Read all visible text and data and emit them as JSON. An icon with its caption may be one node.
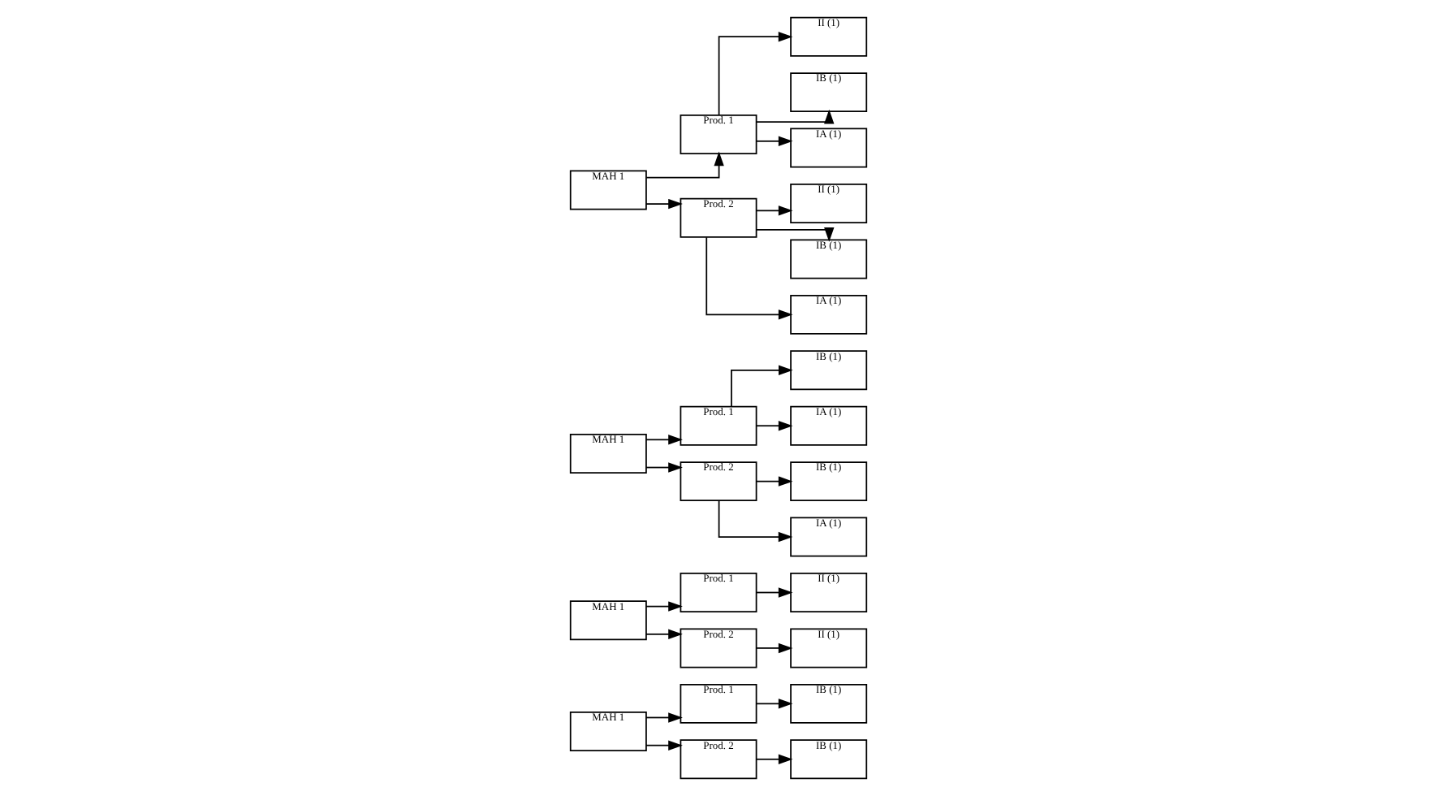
{
  "diagram": {
    "nodes": [
      {
        "text": [
          "MAH 1"
        ]
      },
      {
        "text": [
          "Prod. 1"
        ]
      },
      {
        "text": [
          "IB (1)"
        ]
      },
      {
        "text": [
          "Prod. 2"
        ]
      },
      {
        "text": [
          "IB (1)"
        ]
      },
      {
        "text": [
          "MAH 1"
        ]
      },
      {
        "text": [
          "Prod. 1"
        ]
      },
      {
        "text": [
          "II (1)"
        ]
      },
      {
        "text": [
          "Prod. 2"
        ]
      },
      {
        "text": [
          "II (1)"
        ]
      },
      {
        "text": [
          "MAH 1"
        ]
      },
      {
        "text": [
          "Prod. 1"
        ]
      },
      {
        "text": [
          "IB (1)"
        ]
      },
      {
        "text": [
          "IA (1)"
        ]
      },
      {
        "text": [
          "Prod. 2"
        ]
      },
      {
        "text": [
          "IB (1)"
        ]
      },
      {
        "text": [
          "IA (1)"
        ]
      },
      {
        "text": [
          "MAH 1"
        ]
      },
      {
        "text": [
          "Prod. 1"
        ]
      },
      {
        "text": [
          "II (1)"
        ]
      },
      {
        "text": [
          "IB (1)"
        ]
      },
      {
        "text": [
          "IA (1)"
        ]
      },
      {
        "text": [
          "Prod. 2"
        ]
      },
      {
        "text": [
          "II (1)"
        ]
      },
      {
        "text": [
          "IB (1)"
        ]
      },
      {
        "text": [
          "IA (1)"
        ]
      }
    ],
    "edges": [
      {
        "from": 0,
        "to": 1,
        "arrow": "to"
      },
      {
        "from": 0,
        "to": 3,
        "arrow": "to"
      },
      {
        "from": 1,
        "to": 2,
        "arrow": "to"
      },
      {
        "from": 3,
        "to": 4,
        "arrow": "to"
      },
      {
        "from": 5,
        "to": 6,
        "arrow": "to"
      },
      {
        "from": 5,
        "to": 8,
        "arrow": "to"
      },
      {
        "from": 6,
        "to": 7,
        "arrow": "to"
      },
      {
        "from": 8,
        "to": 9,
        "arrow": "to"
      },
      {
        "from": 10,
        "to": 11,
        "arrow": "to"
      },
      {
        "from": 10,
        "to": 14,
        "arrow": "to"
      },
      {
        "from": 11,
        "to": 12,
        "arrow": "to"
      },
      {
        "from": 11,
        "to": 13,
        "arrow": "to"
      },
      {
        "from": 14,
        "to": 15,
        "arrow": "to"
      },
      {
        "from": 14,
        "to": 16,
        "arrow": "to"
      },
      {
        "from": 17,
        "to": 18,
        "arrow": "to"
      },
      {
        "from": 17,
        "to": 22,
        "arrow": "to"
      },
      {
        "from": 18,
        "to": 19,
        "arrow": "to"
      },
      {
        "from": 18,
        "to": 20,
        "arrow": "to"
      },
      {
        "from": 18,
        "to": 21,
        "arrow": "to"
      },
      {
        "from": 22,
        "to": 23,
        "arrow": "to"
      },
      {
        "from": 22,
        "to": 24,
        "arrow": "to"
      },
      {
        "from": 22,
        "to": 25,
        "arrow": "to"
      }
    ]
  }
}
